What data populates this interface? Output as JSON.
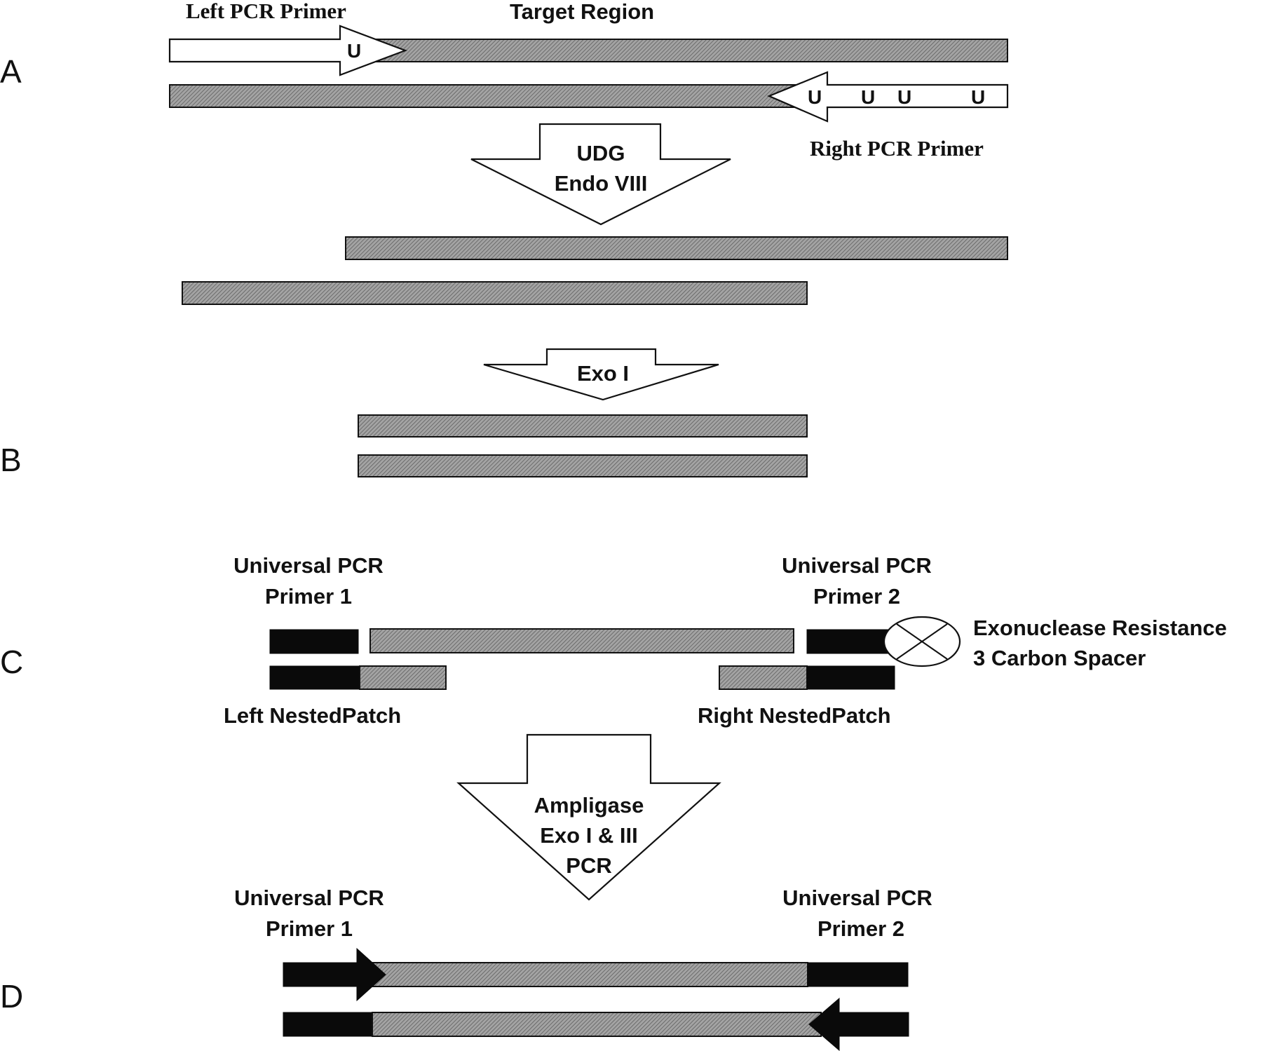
{
  "panels": {
    "a": "A",
    "b": "B",
    "c": "C",
    "d": "D"
  },
  "panel_a": {
    "left_primer_label": "Left PCR Primer",
    "target_region_label": "Target Region",
    "right_primer_label": "Right PCR Primer",
    "left_primer_u": [
      "U"
    ],
    "right_primer_u": [
      "U",
      "U",
      "U",
      "U"
    ]
  },
  "step1": {
    "line1": "UDG",
    "line2": "Endo VIII"
  },
  "step2": {
    "line1": "Exo I"
  },
  "panel_c": {
    "universal_primer_1_line1": "Universal PCR",
    "universal_primer_1_line2": "Primer 1",
    "universal_primer_2_line1": "Universal PCR",
    "universal_primer_2_line2": "Primer 2",
    "exo_resistance_line1": "Exonuclease Resistance",
    "exo_resistance_line2": "3 Carbon Spacer",
    "left_nestedpatch": "Left NestedPatch",
    "right_nestedpatch": "Right NestedPatch"
  },
  "step3": {
    "line1": "Ampligase",
    "line2": "Exo I & III",
    "line3": "PCR"
  },
  "panel_d": {
    "universal_primer_1_line1": "Universal PCR",
    "universal_primer_1_line2": "Primer 1",
    "universal_primer_2_line1": "Universal PCR",
    "universal_primer_2_line2": "Primer 2"
  },
  "colors": {
    "strand_fill": "#9a9a9a",
    "strand_hatch": "#5e5e5e",
    "universal_primer": "#0a0a0a",
    "outline": "#111111",
    "background": "#ffffff"
  }
}
